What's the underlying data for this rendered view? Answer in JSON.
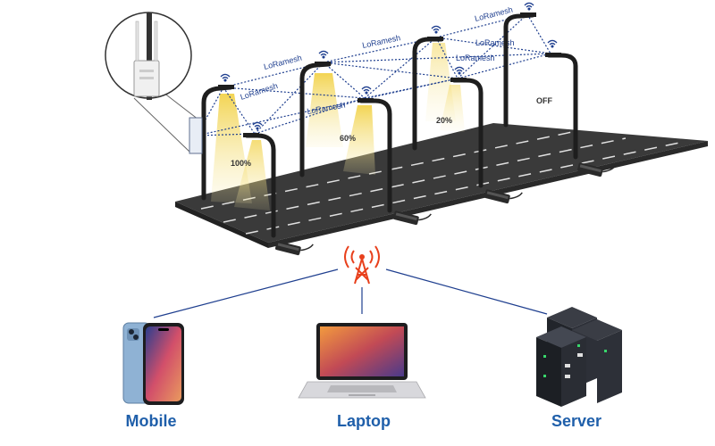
{
  "mesh_label": "LoRamesh",
  "brightness": {
    "full": "100%",
    "sixty": "60%",
    "twenty": "20%",
    "off": "OFF"
  },
  "devices": {
    "mobile": "Mobile",
    "laptop": "Laptop",
    "server": "Server"
  },
  "colors": {
    "mesh_line": "#1f3f8f",
    "device_label": "#1f5faa",
    "tower": "#e8401c",
    "road": "#3a3a3a",
    "light_cone": "#f2dc6a"
  }
}
